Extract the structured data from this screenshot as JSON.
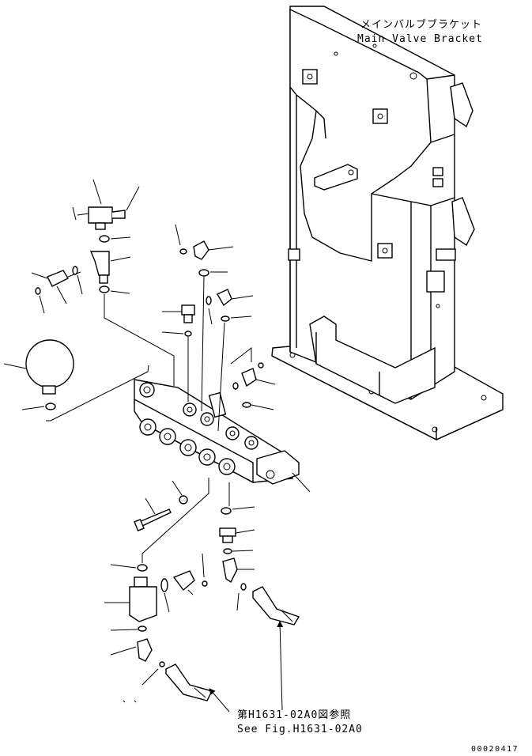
{
  "labels": {
    "bracket_jp": "メインバルブブラケット",
    "bracket_en": "Main Valve Bracket",
    "see_jp": "第H1631-02A0図参照",
    "see_en": "See Fig.H1631-02A0",
    "drawing_number": "00020417"
  }
}
